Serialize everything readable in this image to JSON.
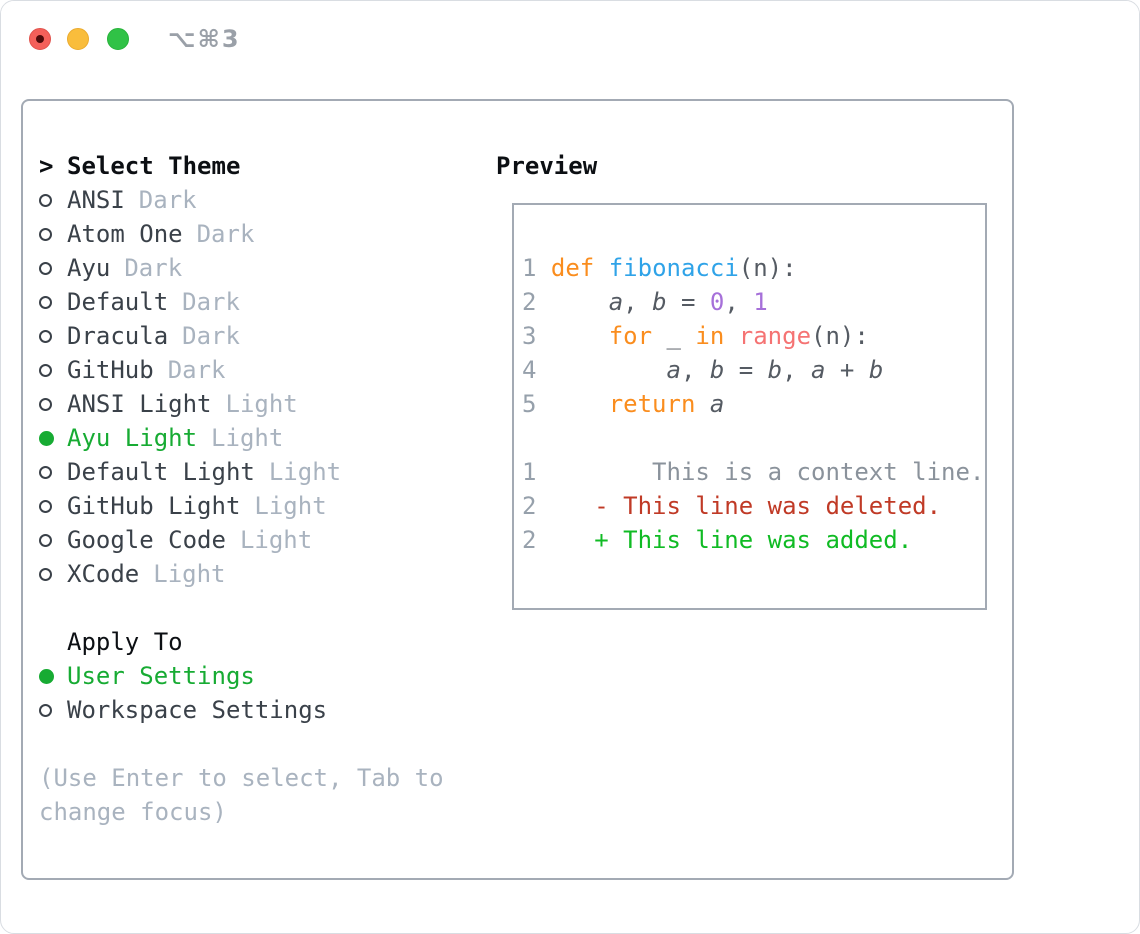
{
  "window": {
    "title": "⌥⌘3",
    "traffic_lights": [
      "close",
      "minimize",
      "zoom"
    ]
  },
  "theme_panel": {
    "header": {
      "caret": ">",
      "label": "Select Theme"
    },
    "themes": [
      {
        "name": "ANSI",
        "variant": "Dark",
        "selected": false
      },
      {
        "name": "Atom One",
        "variant": "Dark",
        "selected": false
      },
      {
        "name": "Ayu",
        "variant": "Dark",
        "selected": false
      },
      {
        "name": "Default",
        "variant": "Dark",
        "selected": false
      },
      {
        "name": "Dracula",
        "variant": "Dark",
        "selected": false
      },
      {
        "name": "GitHub",
        "variant": "Dark",
        "selected": false
      },
      {
        "name": "ANSI Light",
        "variant": "Light",
        "selected": false
      },
      {
        "name": "Ayu Light",
        "variant": "Light",
        "selected": true
      },
      {
        "name": "Default Light",
        "variant": "Light",
        "selected": false
      },
      {
        "name": "GitHub Light",
        "variant": "Light",
        "selected": false
      },
      {
        "name": "Google Code",
        "variant": "Light",
        "selected": false
      },
      {
        "name": "XCode",
        "variant": "Light",
        "selected": false
      }
    ],
    "apply_to": {
      "label": "Apply To",
      "options": [
        {
          "label": "User Settings",
          "selected": true
        },
        {
          "label": "Workspace Settings",
          "selected": false
        }
      ]
    },
    "help_lines": [
      "(Use Enter to select, Tab to",
      "change focus)"
    ]
  },
  "preview": {
    "label": "Preview",
    "code_lines": [
      {
        "num": "1",
        "tokens": [
          [
            "kw",
            "def"
          ],
          [
            "pl",
            " "
          ],
          [
            "fn",
            "fibonacci"
          ],
          [
            "pl",
            "(n):"
          ]
        ]
      },
      {
        "num": "2",
        "tokens": [
          [
            "pl",
            "    "
          ],
          [
            "var",
            "a"
          ],
          [
            "pl",
            ", "
          ],
          [
            "var",
            "b"
          ],
          [
            "pl",
            " = "
          ],
          [
            "lit",
            "0"
          ],
          [
            "pl",
            ", "
          ],
          [
            "lit",
            "1"
          ]
        ]
      },
      {
        "num": "3",
        "tokens": [
          [
            "pl",
            "    "
          ],
          [
            "kw",
            "for"
          ],
          [
            "pl",
            " _ "
          ],
          [
            "kw",
            "in"
          ],
          [
            "pl",
            " "
          ],
          [
            "call",
            "range"
          ],
          [
            "pl",
            "(n):"
          ]
        ]
      },
      {
        "num": "4",
        "tokens": [
          [
            "pl",
            "        "
          ],
          [
            "var",
            "a"
          ],
          [
            "pl",
            ", "
          ],
          [
            "var",
            "b"
          ],
          [
            "pl",
            " = "
          ],
          [
            "var",
            "b"
          ],
          [
            "pl",
            ", "
          ],
          [
            "var",
            "a"
          ],
          [
            "pl",
            " + "
          ],
          [
            "var",
            "b"
          ]
        ]
      },
      {
        "num": "5",
        "tokens": [
          [
            "pl",
            "    "
          ],
          [
            "kw",
            "return"
          ],
          [
            "pl",
            " "
          ],
          [
            "var",
            "a"
          ]
        ]
      },
      {
        "num": "",
        "tokens": []
      },
      {
        "num": "1",
        "tokens": [
          [
            "ctx",
            "       This is a context line."
          ]
        ]
      },
      {
        "num": "2",
        "tokens": [
          [
            "del",
            "   - This line was deleted."
          ]
        ]
      },
      {
        "num": "2",
        "tokens": [
          [
            "add",
            "   + This line was added."
          ]
        ]
      }
    ]
  },
  "colors": {
    "accent-green": "#17ab33",
    "text-black": "#0c0f13",
    "text-dark": "#3a4149",
    "muted-gray": "#a9b3bf",
    "panel-border": "#a3aab4",
    "title-gray": "#9aa0a8",
    "line-number": "#96a0ab",
    "code-plain": "#555b63",
    "syntax-keyword": "#fa8d1e",
    "syntax-function": "#2fa3e8",
    "syntax-call": "#f57373",
    "syntax-number": "#a670d9",
    "diff-context": "#8a929b",
    "diff-deleted": "#c03a26",
    "diff-added": "#10bb24",
    "btn-red": "#f4605a",
    "btn-red-border": "#e1524c",
    "btn-red-dot": "#4f0b0b",
    "btn-yellow": "#f9bd3c",
    "btn-yellow-border": "#ebab2e",
    "btn-green": "#30c246",
    "btn-green-border": "#27b33a"
  }
}
